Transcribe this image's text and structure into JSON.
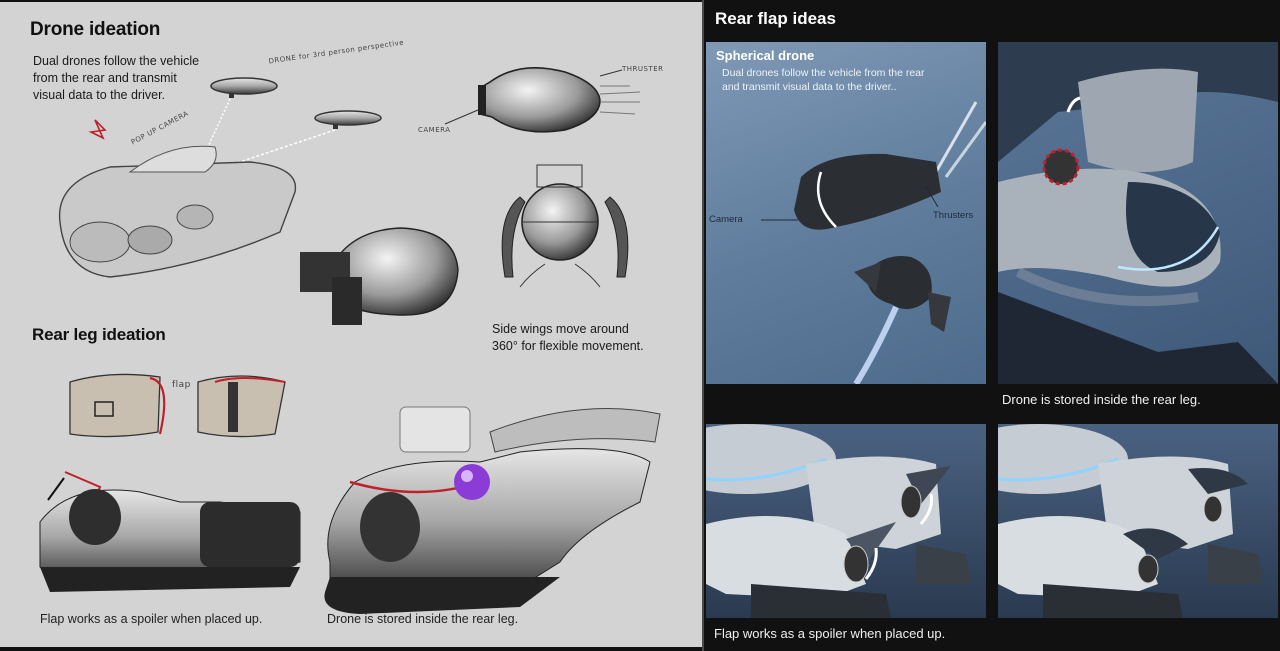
{
  "left": {
    "drone_section": {
      "title": "Drone ideation",
      "description_lines": [
        "Dual drones follow the vehicle",
        "from the rear and transmit",
        "visual data to the driver."
      ],
      "sketch_notes": {
        "drone_note": "DRONE for 3rd person perspective",
        "popup_camera": "POP UP CAMERA",
        "thruster": "THRUSTER",
        "camera": "CAMERA"
      },
      "wings_caption_lines": [
        "Side wings move around",
        "360° for flexible movement."
      ]
    },
    "rear_leg_section": {
      "title": "Rear leg ideation",
      "flap_note": "flap",
      "captions": {
        "spoiler": "Flap works as a spoiler when placed up.",
        "stored": "Drone is stored inside the rear leg."
      }
    }
  },
  "right": {
    "title": "Rear flap ideas",
    "tiles": {
      "spherical_drone": {
        "title": "Spherical drone",
        "description_lines": [
          "Dual drones follow the vehicle from the rear",
          "and transmit visual data to the driver.."
        ],
        "labels": {
          "camera": "Camera",
          "thrusters": "Thrusters"
        }
      }
    },
    "captions": {
      "stored": "Drone is stored inside the rear leg.",
      "spoiler": "Flap works as a spoiler when placed up."
    }
  },
  "colors": {
    "left_bg": "#d3d3d3",
    "right_bg": "#111111",
    "tile_blue": "#5d7a9a",
    "sketch_red": "#c0202a",
    "glow": "#bfe6ff"
  }
}
